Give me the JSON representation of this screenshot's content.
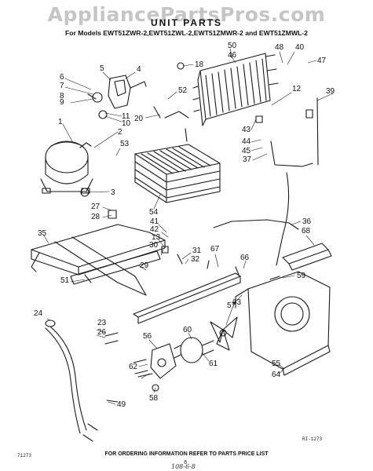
{
  "watermark": "AppliancePartsPros.com",
  "title": "UNIT PARTS",
  "subtitle": "For Models EWT51ZWR-2,EWT51ZWL-2,EWT51ZMWR-2 and EWT51ZMWL-2",
  "footer": "FOR ORDERING INFORMATION REFER TO PARTS PRICE LIST",
  "left_code": "71273",
  "right_code": "RI-1273",
  "page_mark": "8",
  "handwritten_mark": "108-6-8",
  "callouts": [
    "1",
    "2",
    "3",
    "4",
    "5",
    "6",
    "7",
    "8",
    "9",
    "10",
    "11",
    "12",
    "13",
    "18",
    "20",
    "23",
    "24",
    "26",
    "27",
    "28",
    "29",
    "30",
    "31",
    "32",
    "35",
    "36",
    "37",
    "39",
    "40",
    "41",
    "42",
    "43",
    "44",
    "45",
    "46",
    "47",
    "48",
    "49",
    "50",
    "51",
    "52",
    "53",
    "54",
    "55",
    "56",
    "57",
    "58",
    "59",
    "60",
    "61",
    "62",
    "63",
    "64",
    "66",
    "67",
    "68"
  ]
}
